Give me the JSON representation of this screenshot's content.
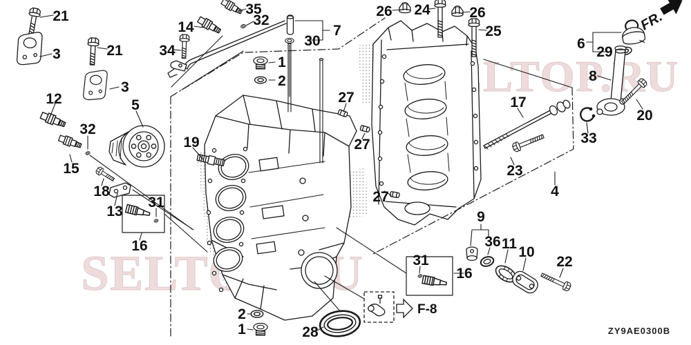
{
  "diagram": {
    "title": "Cylinder block exploded parts diagram",
    "code": "ZY9AE0300B",
    "fr_label": "FR.",
    "f8_label": "F-8",
    "watermark_text": "SELTOP.RU",
    "watermark_color": "#ead4d4",
    "line_color": "#1a1a1a",
    "background_color": "#ffffff"
  },
  "callouts": [
    {
      "label": "21"
    },
    {
      "label": "3"
    },
    {
      "label": "21"
    },
    {
      "label": "3"
    },
    {
      "label": "12"
    },
    {
      "label": "32"
    },
    {
      "label": "15"
    },
    {
      "label": "5"
    },
    {
      "label": "19"
    },
    {
      "label": "14"
    },
    {
      "label": "34"
    },
    {
      "label": "35"
    },
    {
      "label": "32"
    },
    {
      "label": "7"
    },
    {
      "label": "30"
    },
    {
      "label": "1"
    },
    {
      "label": "2"
    },
    {
      "label": "26"
    },
    {
      "label": "24"
    },
    {
      "label": "26"
    },
    {
      "label": "25"
    },
    {
      "label": "27"
    },
    {
      "label": "27"
    },
    {
      "label": "27"
    },
    {
      "label": "17"
    },
    {
      "label": "23"
    },
    {
      "label": "33"
    },
    {
      "label": "6"
    },
    {
      "label": "29"
    },
    {
      "label": "8"
    },
    {
      "label": "20"
    },
    {
      "label": "4"
    },
    {
      "label": "9"
    },
    {
      "label": "36"
    },
    {
      "label": "11"
    },
    {
      "label": "10"
    },
    {
      "label": "22"
    },
    {
      "label": "16"
    },
    {
      "label": "31"
    },
    {
      "label": "16"
    },
    {
      "label": "31"
    },
    {
      "label": "18"
    },
    {
      "label": "13"
    },
    {
      "label": "2"
    },
    {
      "label": "1"
    },
    {
      "label": "28"
    }
  ]
}
